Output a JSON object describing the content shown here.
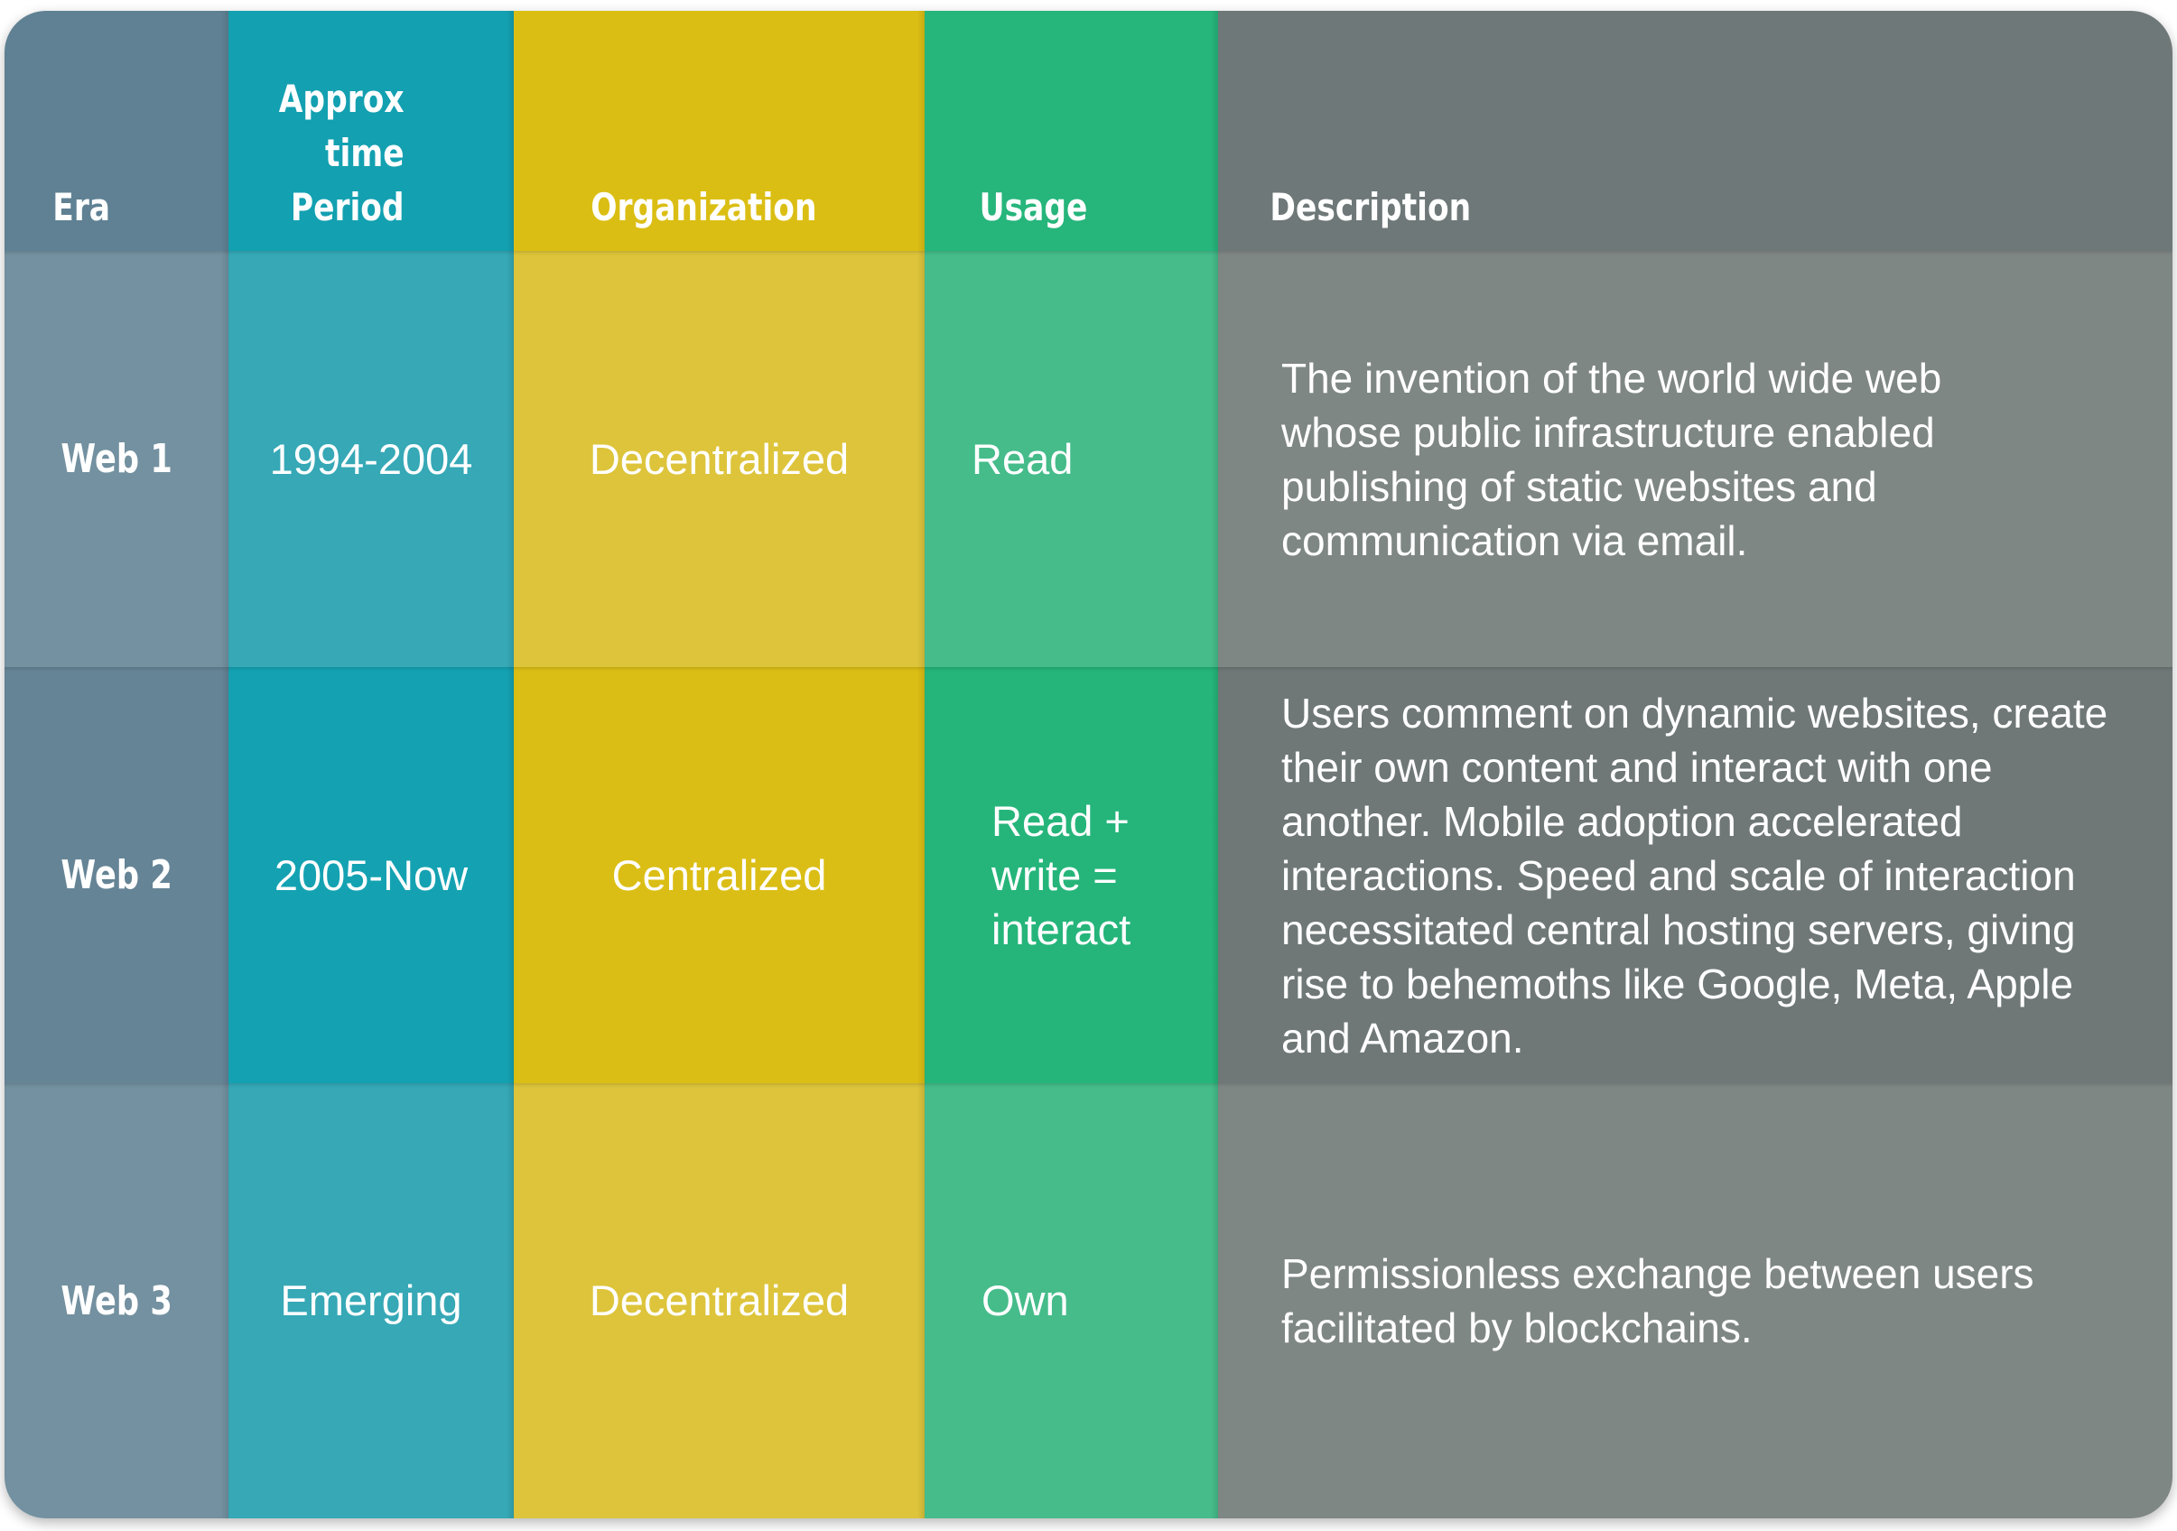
{
  "headers": {
    "era": "Era",
    "time_line1": "Approx",
    "time_line2": "time",
    "time_line3": "Period",
    "organization": "Organization",
    "usage": "Usage",
    "description": "Description"
  },
  "rows": [
    {
      "era": "Web 1",
      "time_period": "1994-2004",
      "organization": "Decentralized",
      "usage_lines": [
        "Read"
      ],
      "description_lines": [
        "The invention of the world wide web",
        "whose public infrastructure enabled",
        "publishing of static websites and",
        "communication via email."
      ]
    },
    {
      "era": "Web 2",
      "time_period": "2005-Now",
      "organization": "Centralized",
      "usage_lines": [
        "Read +",
        "write =",
        "interact"
      ],
      "description_lines": [
        "Users comment on dynamic websites, create",
        "their own content and interact with one",
        "another. Mobile adoption accelerated",
        "interactions. Speed and scale of interaction",
        "necessitated central hosting servers, giving",
        "rise to behemoths like Google, Meta, Apple",
        "and Amazon."
      ]
    },
    {
      "era": "Web 3",
      "time_period": "Emerging",
      "organization": "Decentralized",
      "usage_lines": [
        "Own"
      ],
      "description_lines": [
        "Permissionless exchange between users",
        "facilitated by blockchains."
      ]
    }
  ],
  "colors": {
    "era_column": "#5f8193",
    "time_column": "#13a0b1",
    "organization_column": "#dbbe14",
    "usage_column": "#26b57b",
    "description_column": "#6f7878"
  }
}
